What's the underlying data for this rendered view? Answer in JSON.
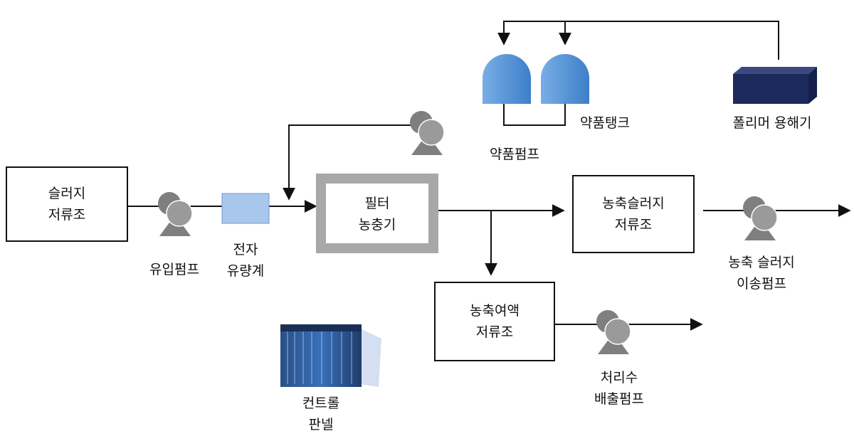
{
  "nodes": {
    "sludge_tank": {
      "line1": "슬러지",
      "line2": "저류조"
    },
    "inflow_pump": {
      "label": "유입펌프"
    },
    "flow_meter": {
      "line1": "전자",
      "line2": "유량계"
    },
    "filter_thickener": {
      "line1": "필터",
      "line2": "농충기"
    },
    "thickened_sludge_tank": {
      "line1": "농축슬러지",
      "line2": "저류조"
    },
    "thickened_sludge_pump": {
      "line1": "농축 슬러지",
      "line2": "이송펌프"
    },
    "filtrate_tank": {
      "line1": "농축여액",
      "line2": "저류조"
    },
    "treated_water_pump": {
      "line1": "처리수",
      "line2": "배출펌프"
    },
    "chemical_tank": {
      "label": "약품탱크"
    },
    "chemical_pump": {
      "label": "약품펌프"
    },
    "polymer_dissolver": {
      "label": "폴리머 용해기"
    },
    "control_panel": {
      "line1": "컨트롤",
      "line2": "판넬"
    }
  },
  "colors": {
    "line": "#111111",
    "pump": "#9a9a9a",
    "pump_dark": "#7f7f7f",
    "tank_blue": "#4a8fd6",
    "meter_fill": "#a9c7ec",
    "filter_frame": "#a8a8a8",
    "dissolver": "#1d2b5c"
  }
}
